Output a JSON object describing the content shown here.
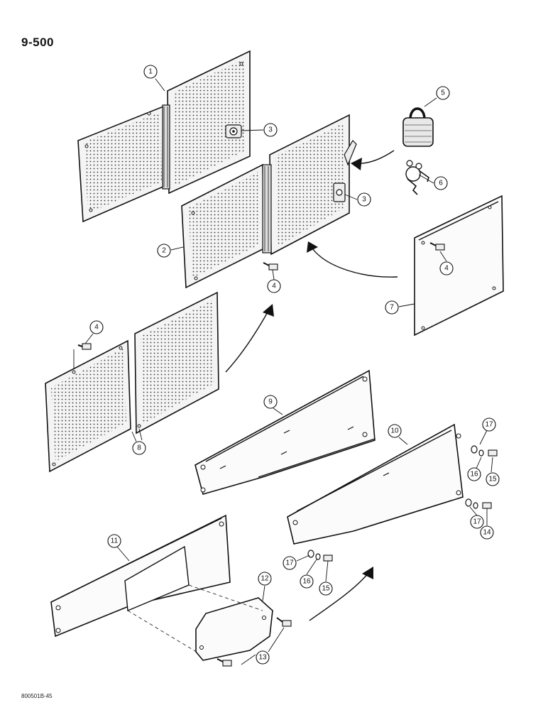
{
  "header": {
    "page_number": "9-500"
  },
  "footer": {
    "figure_code": "800501B-45"
  },
  "callouts": {
    "c1": "1",
    "c2": "2",
    "c3a": "3",
    "c3b": "3",
    "c4a": "4",
    "c4b": "4",
    "c4c": "4",
    "c5": "5",
    "c6": "6",
    "c7": "7",
    "c8": "8",
    "c9": "9",
    "c10": "10",
    "c11": "11",
    "c12": "12",
    "c13": "13",
    "c14": "14",
    "c15a": "15",
    "c15b": "15",
    "c16a": "16",
    "c16b": "16",
    "c17a": "17",
    "c17b": "17",
    "c17c": "17"
  }
}
